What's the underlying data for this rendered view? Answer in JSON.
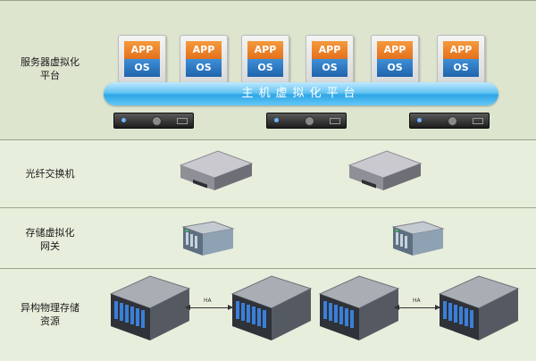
{
  "layers": [
    {
      "label_lines": [
        "服务器虚拟化",
        "平台"
      ],
      "color": "#dde5cf"
    },
    {
      "label_lines": [
        "光纤交换机"
      ],
      "color": "#e8eedc"
    },
    {
      "label_lines": [
        "存储虚拟化",
        "网关"
      ],
      "color": "#e8eedc"
    },
    {
      "label_lines": [
        "异构物理存储",
        "资源"
      ],
      "color": "#e8eedc"
    }
  ],
  "vm_cards": [
    {
      "app_label": "APP",
      "os_label": "OS"
    },
    {
      "app_label": "APP",
      "os_label": "OS"
    },
    {
      "app_label": "APP",
      "os_label": "OS"
    },
    {
      "app_label": "APP",
      "os_label": "OS"
    },
    {
      "app_label": "APP",
      "os_label": "OS"
    },
    {
      "app_label": "APP",
      "os_label": "OS"
    }
  ],
  "hypervisor_label": "主机虚拟化平台",
  "ha_links": [
    {
      "label": "HA"
    },
    {
      "label": "HA"
    }
  ],
  "colors": {
    "app_orange": "#f08a2c",
    "os_blue": "#2f7cc6",
    "hypervisor_blue": "#4fb8ee",
    "storage_drive_blue": "#3a7fd8"
  }
}
